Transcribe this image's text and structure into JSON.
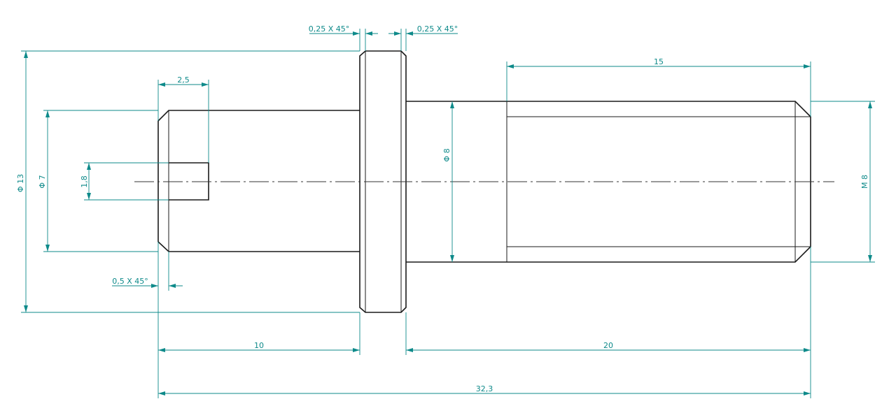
{
  "drawing": {
    "dimensions": {
      "length_overall": "32,3",
      "length_left": "10",
      "length_right": "20",
      "thread_length": "15",
      "slot_depth": "2,5",
      "slot_width": "1,8",
      "dia_collar": "Φ 13",
      "dia_shank": "Φ 7",
      "dia_body": "Φ 8",
      "thread": "M 8",
      "chamfer_end": "0,5 X 45°",
      "chamfer_collar_left": "0,25 X 45°",
      "chamfer_collar_right": "0,25 X 45°"
    },
    "colors": {
      "part_line": "#1a1a1a",
      "dimension": "#0e8a8a"
    }
  }
}
